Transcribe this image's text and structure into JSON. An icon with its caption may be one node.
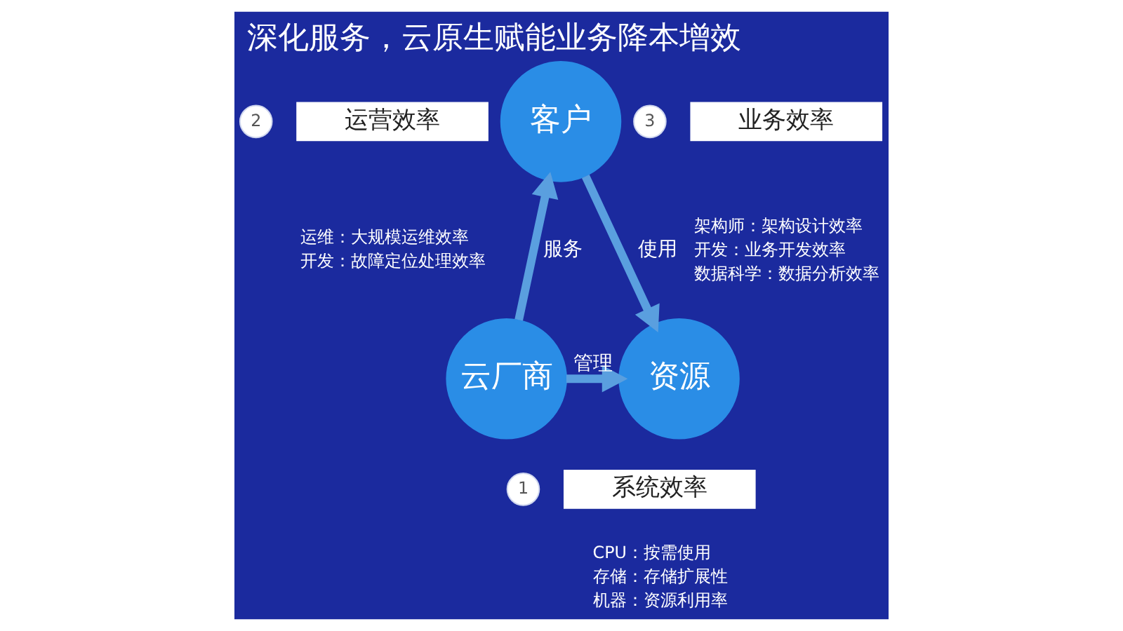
{
  "diagram": {
    "title": "深化服务，云原生赋能业务降本增效",
    "nodes": [
      {
        "text": [
          "客户"
        ]
      },
      {
        "text": [
          "2"
        ]
      },
      {
        "text": [
          "运营效率"
        ],
        "beside": [
          "运维：大规模运维效率",
          "开发：故障定位处理效率"
        ]
      },
      {
        "text": [
          "3"
        ]
      },
      {
        "text": [
          "业务效率"
        ],
        "beside": [
          "架构师：架构设计效率",
          "开发：业务开发效率",
          "数据科学：数据分析效率"
        ]
      },
      {
        "text": [
          "云厂商"
        ]
      },
      {
        "text": [
          "资源"
        ]
      },
      {
        "text": [
          "1"
        ]
      },
      {
        "text": [
          "系统效率"
        ],
        "beside": [
          "CPU：按需使用",
          "存储：存储扩展性",
          "机器：资源利用率"
        ]
      }
    ],
    "edges": [
      {
        "from": 5,
        "to": 0,
        "arrow": "to",
        "label": "服务"
      },
      {
        "from": 0,
        "to": 6,
        "arrow": "to",
        "label": "使用"
      },
      {
        "from": 5,
        "to": 6,
        "arrow": "to",
        "label": "管理"
      }
    ]
  }
}
